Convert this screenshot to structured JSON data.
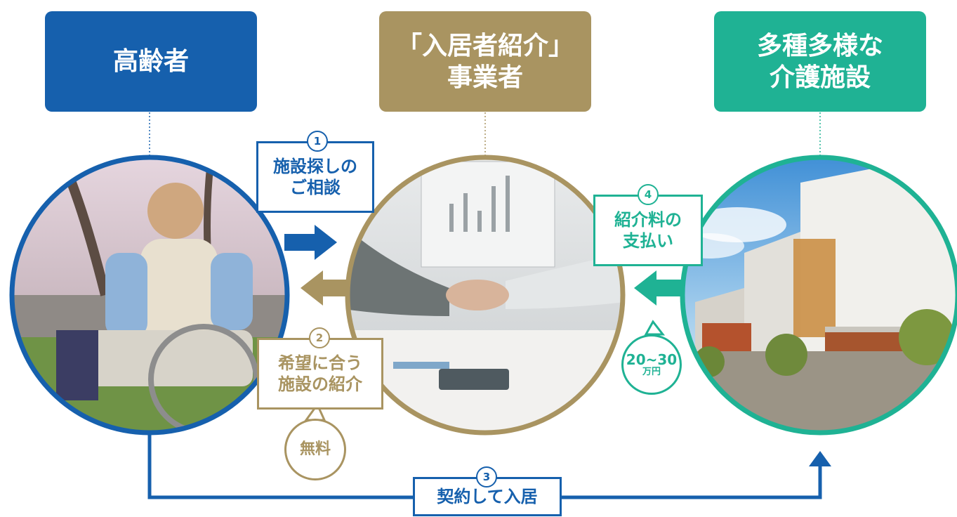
{
  "colors": {
    "blue": "#1660ad",
    "gold": "#a99461",
    "green": "#1fb294"
  },
  "nodes": {
    "elderly": {
      "label": "高齢者"
    },
    "agency": {
      "line1": "「入居者紹介」",
      "line2": "事業者"
    },
    "facility": {
      "line1": "多種多様な",
      "line2": "介護施設"
    }
  },
  "photos": {
    "elderly": "elderly-man-in-wheelchair-photo",
    "agency": "business-handshake-photo",
    "facility": "care-facility-building-photo"
  },
  "steps": [
    {
      "number": "1",
      "line1": "施設探しの",
      "line2": "ご相談"
    },
    {
      "number": "2",
      "line1": "希望に合う",
      "line2": "施設の紹介"
    },
    {
      "number": "3",
      "line1": "契約して入居"
    },
    {
      "number": "4",
      "line1": "紹介料の",
      "line2": "支払い"
    }
  ],
  "bubbles": {
    "free": {
      "text": "無料"
    },
    "fee": {
      "amount": "20~30",
      "unit": "万円"
    }
  }
}
